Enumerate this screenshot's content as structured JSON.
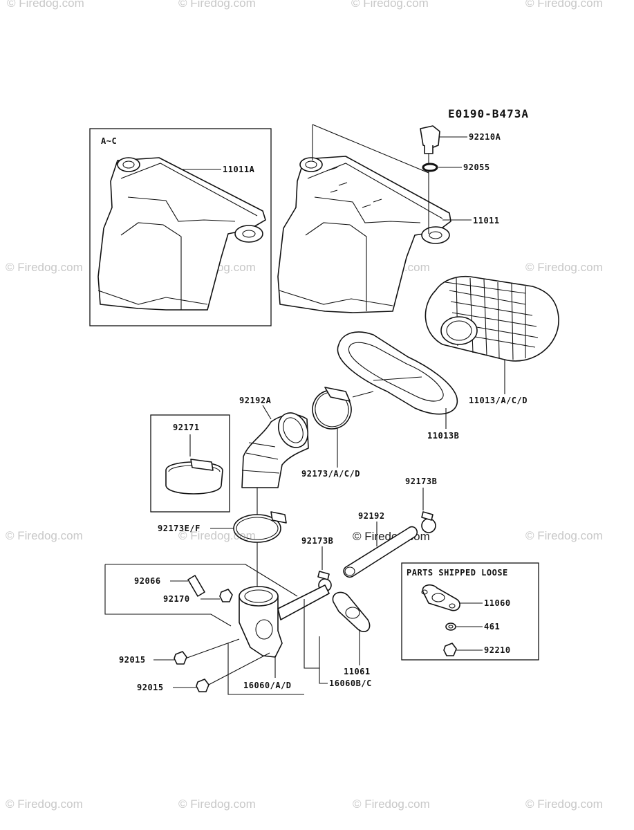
{
  "diagram_id": "E0190-B473A",
  "watermark": "© Firedog.com",
  "inset_label": "A~C",
  "loose_box_title": "PARTS SHIPPED LOOSE",
  "parts": {
    "p11011A": "11011A",
    "p92210A": "92210A",
    "p92055": "92055",
    "p11011": "11011",
    "p11013ACD": "11013/A/C/D",
    "p11013B": "11013B",
    "p92192A": "92192A",
    "p92171": "92171",
    "p92173ACD": "92173/A/C/D",
    "p92173B_top": "92173B",
    "p92192": "92192",
    "p92173EF": "92173E/F",
    "p92173B_mid": "92173B",
    "p92066": "92066",
    "p92170": "92170",
    "p92015_a": "92015",
    "p92015_b": "92015",
    "p16060AD": "16060/A/D",
    "p16060BC": "16060B/C",
    "p11061": "11061",
    "p11060": "11060",
    "p461": "461",
    "p92210": "92210"
  }
}
